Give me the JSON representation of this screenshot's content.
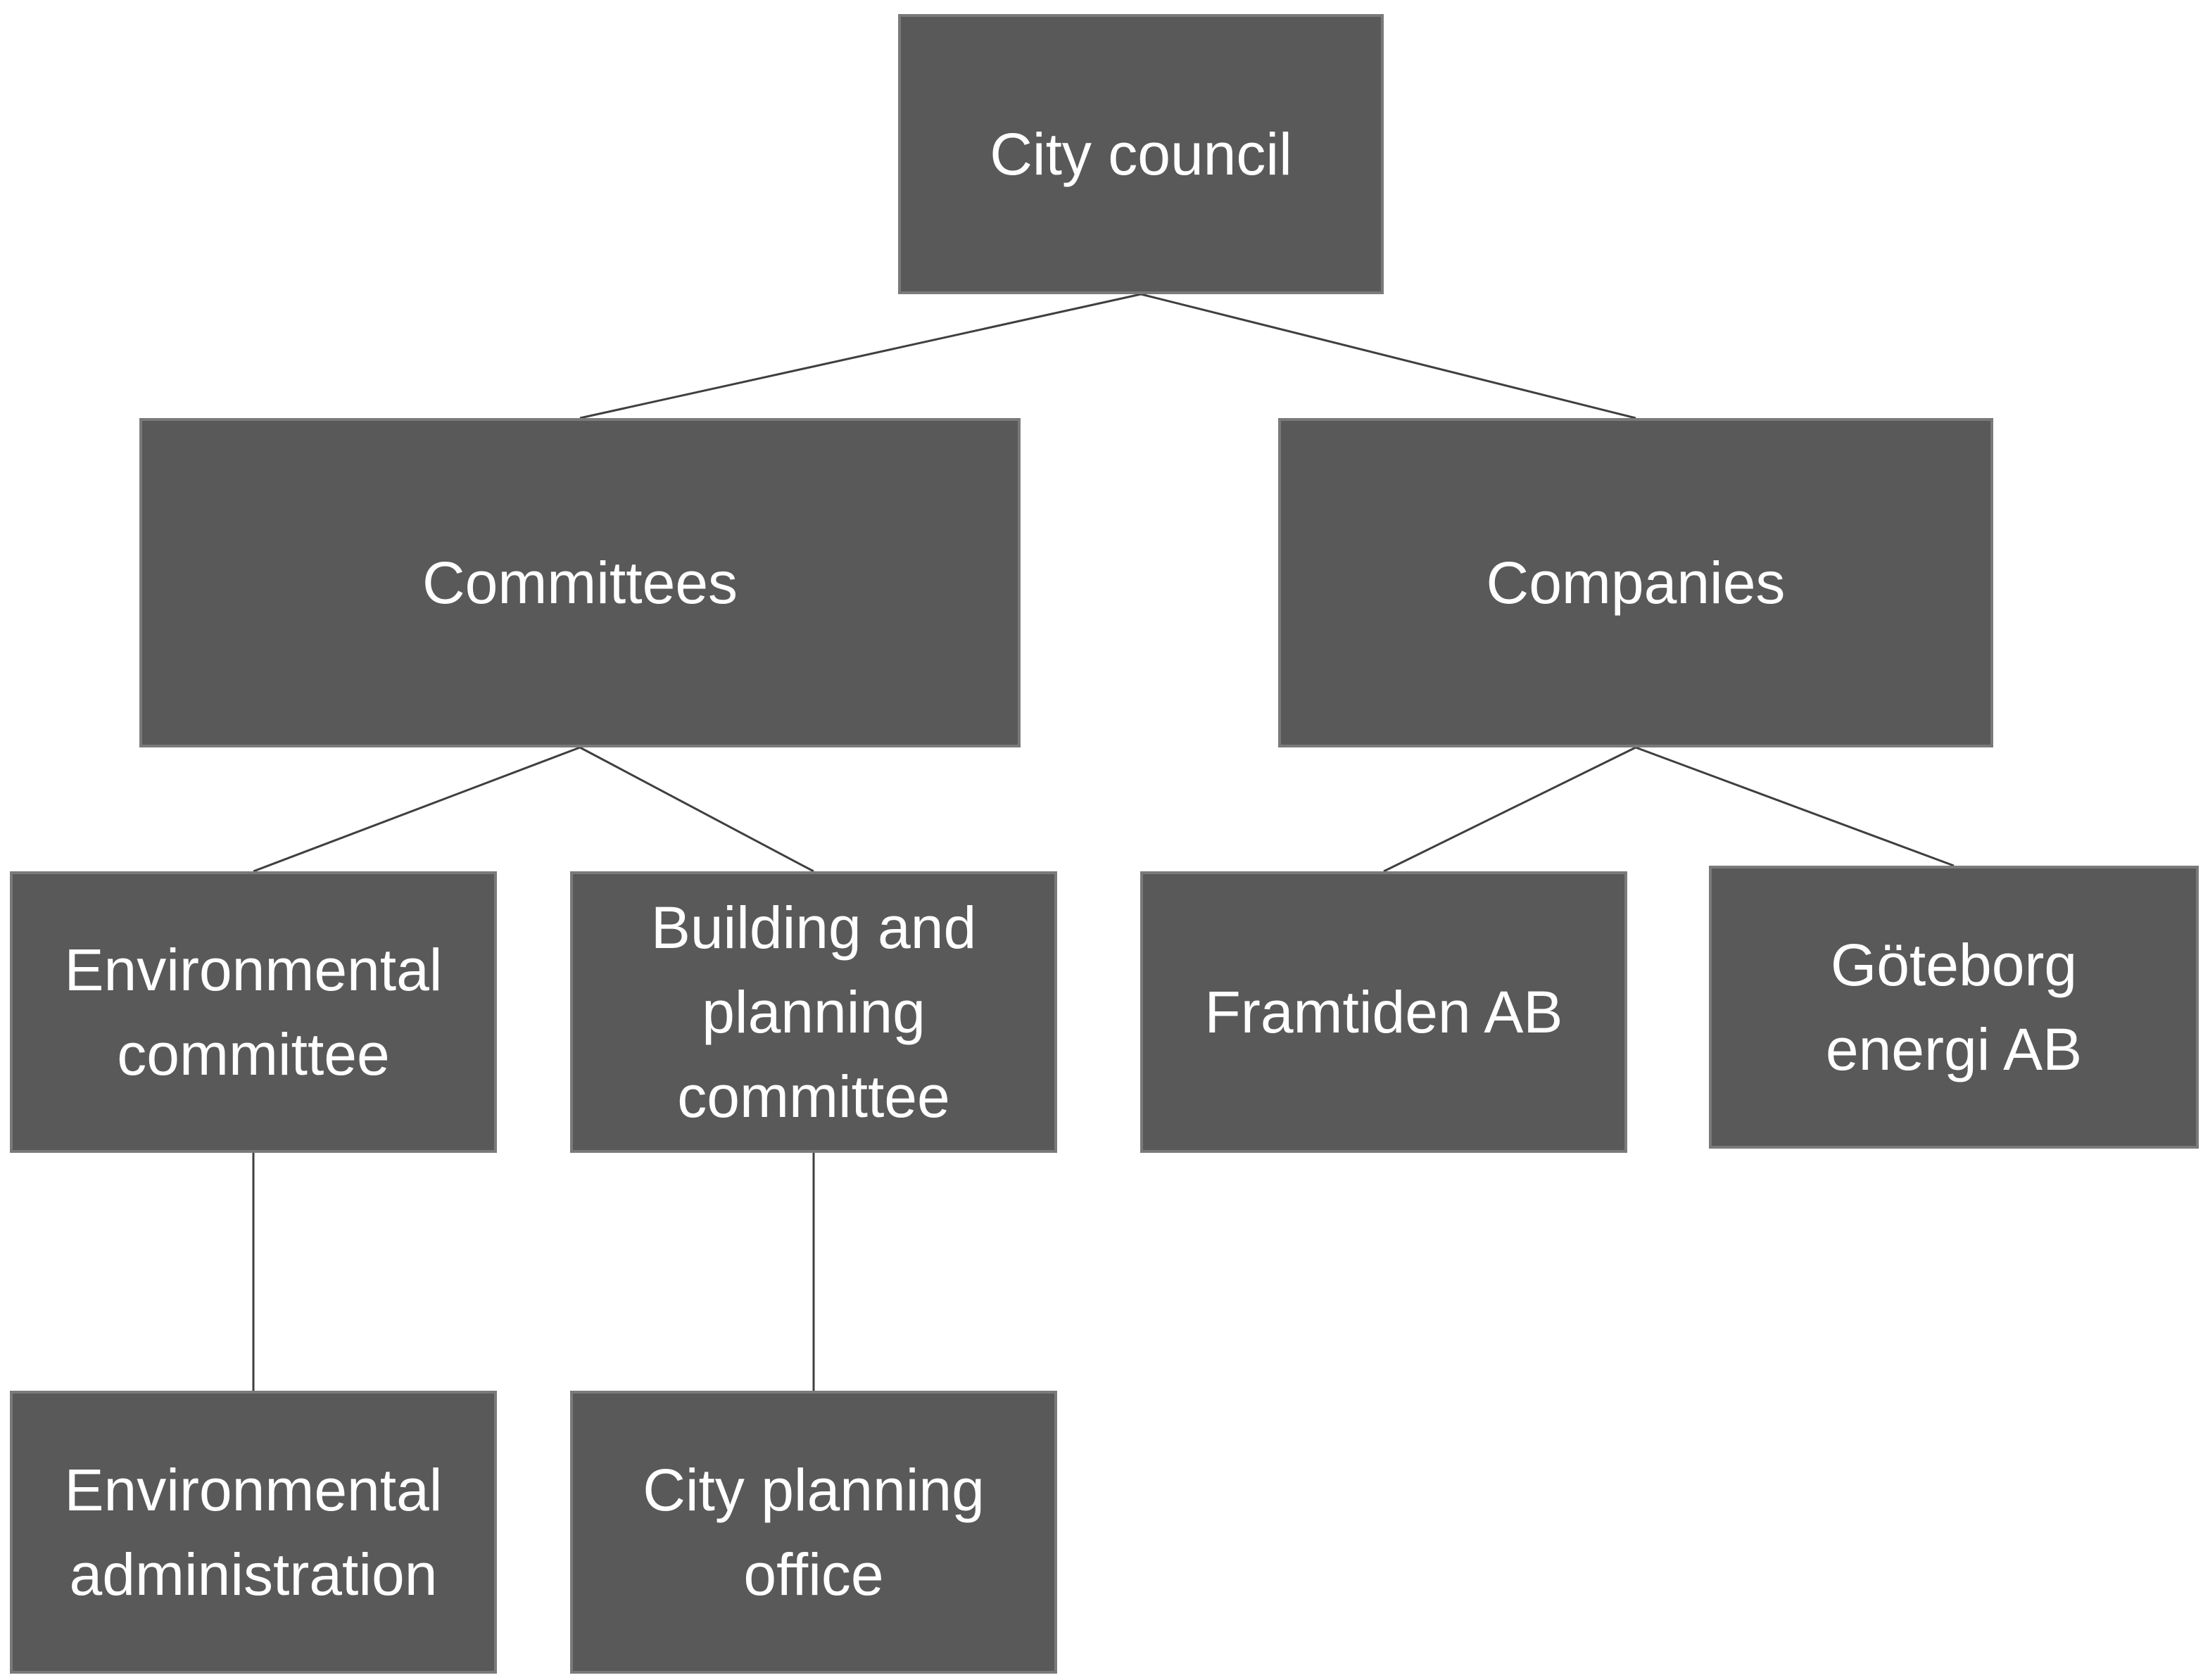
{
  "diagram": {
    "nodes": {
      "city_council": "City council",
      "committees": "Committees",
      "companies": "Companies",
      "environmental_committee": "Environmental\ncommittee",
      "building_planning_committee": "Building and\nplanning\ncommittee",
      "framtiden": "Framtiden AB",
      "goteborg_energi": "Göteborg\nenergi AB",
      "environmental_administration": "Environmental\nadministration",
      "city_planning_office": "City planning\noffice"
    },
    "edges": [
      [
        "city_council",
        "committees"
      ],
      [
        "city_council",
        "companies"
      ],
      [
        "committees",
        "environmental_committee"
      ],
      [
        "committees",
        "building_planning_committee"
      ],
      [
        "companies",
        "framtiden"
      ],
      [
        "companies",
        "goteborg_energi"
      ],
      [
        "environmental_committee",
        "environmental_administration"
      ],
      [
        "building_planning_committee",
        "city_planning_office"
      ]
    ],
    "colors": {
      "box_fill": "#595959",
      "box_border": "#7a7a7a",
      "text": "#ffffff",
      "connector": "#3f3f3f",
      "background": "#ffffff"
    }
  }
}
